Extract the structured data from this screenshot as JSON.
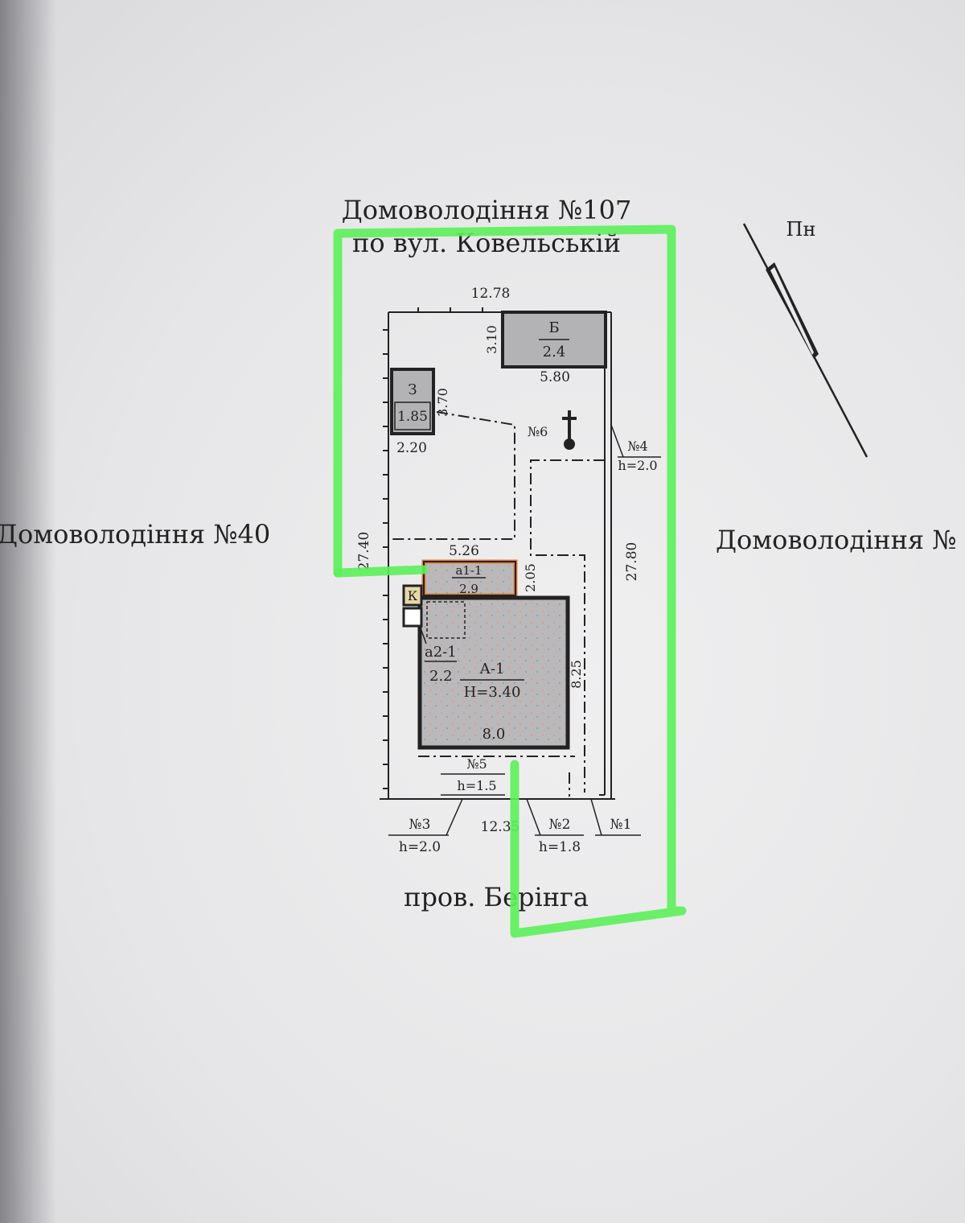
{
  "labels": {
    "top_title_line1": "Домоволодіння №107",
    "top_title_line2": "по вул. Ковельській",
    "left_neighbor": "Домоволодіння №40",
    "right_neighbor": "Домоволодіння №",
    "bottom_street": "пров. Берінга",
    "north": "Пн"
  },
  "dimensions": {
    "top_width": "12.78",
    "bottom_width": "12.35",
    "left_length": "27.40",
    "right_length": "27.80",
    "b_height": "3.10",
    "b_width": "5.80",
    "z_height": "3.70",
    "z_width": "2.20",
    "mid_width": "5.26",
    "porch_height": "2.05",
    "house_height": "8.25",
    "house_width": "8.0"
  },
  "buildings": {
    "b": {
      "letter": "Б",
      "value": "2.4"
    },
    "z": {
      "letter": "З",
      "value": "1.85"
    },
    "a1": {
      "label": "а1-1",
      "value": "2.9"
    },
    "a2": {
      "label": "а2-1",
      "value": "2.2"
    },
    "a": {
      "label": "А-1",
      "height": "Н=3.40"
    },
    "k": {
      "letter": "К"
    }
  },
  "features": {
    "n1": {
      "label": "№1"
    },
    "n2": {
      "label": "№2",
      "h": "h=1.8"
    },
    "n3": {
      "label": "№3",
      "h": "h=2.0"
    },
    "n4": {
      "label": "№4",
      "h": "h=2.0"
    },
    "n5": {
      "label": "№5",
      "h": "h=1.5"
    },
    "n6": {
      "label": "№6"
    }
  },
  "colors": {
    "highlight_green": "#5cf05a",
    "building_fill": "#b9b9bb",
    "orange_wall": "#e07a3a"
  }
}
